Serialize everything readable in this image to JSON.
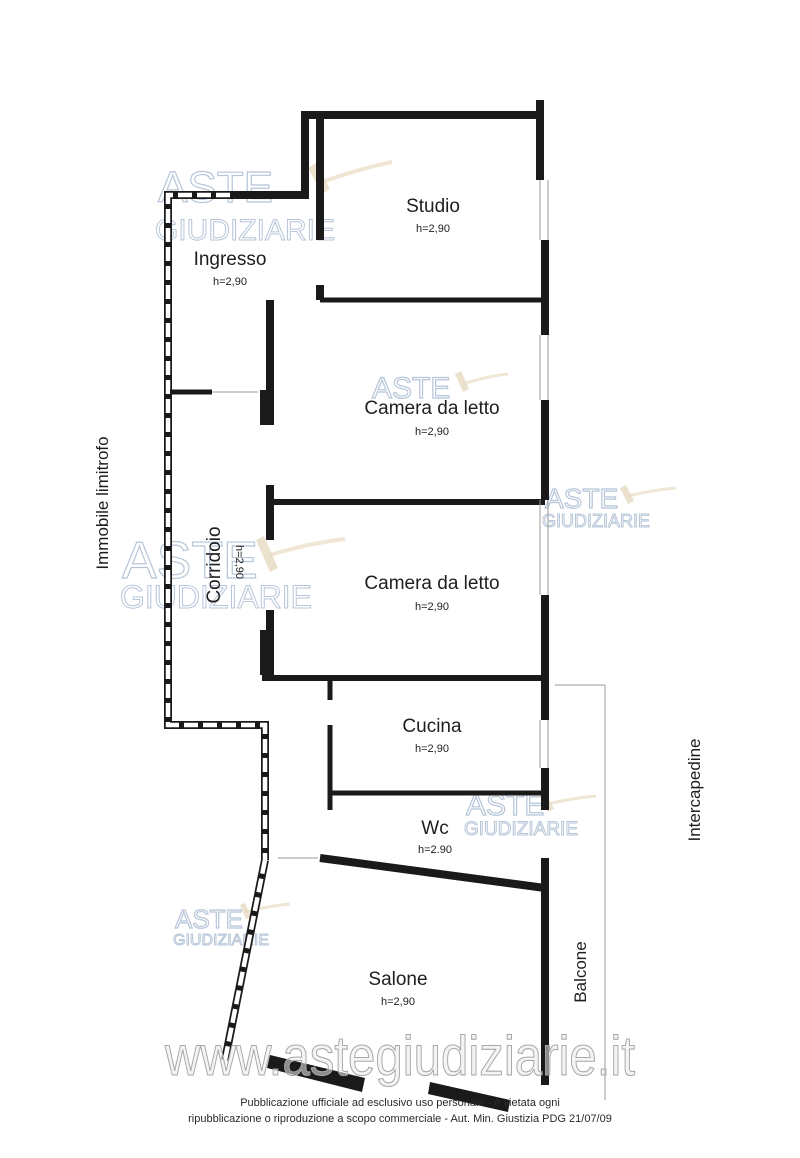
{
  "rooms": {
    "studio": {
      "name": "Studio",
      "height": "h=2,90"
    },
    "ingresso": {
      "name": "Ingresso",
      "height": "h=2,90"
    },
    "camera1": {
      "name": "Camera da letto",
      "height": "h=2,90"
    },
    "camera2": {
      "name": "Camera da letto",
      "height": "h=2,90"
    },
    "corridoio": {
      "name": "Corridoio",
      "height": "h=2,90"
    },
    "cucina": {
      "name": "Cucina",
      "height": "h=2,90"
    },
    "wc": {
      "name": "Wc",
      "height": "h=2.90"
    },
    "salone": {
      "name": "Salone",
      "height": "h=2,90"
    }
  },
  "labels": {
    "immobile": "Immobile limitrofo",
    "intercapedine": "Intercapedine",
    "balcone": "Balcone"
  },
  "watermark": {
    "aste": "ASTE",
    "giudiziarie": "GIUDIZIARIE",
    "site": "www.astegiudiziarie.it"
  },
  "footer": {
    "line1": "Pubblicazione ufficiale ad esclusivo uso personale - è vietata ogni",
    "line2": "ripubblicazione o riproduzione a scopo commerciale - Aut. Min. Giustizia PDG 21/07/09"
  },
  "colors": {
    "wall": "#1a1a1a",
    "watermark": "#9eb2cc"
  }
}
